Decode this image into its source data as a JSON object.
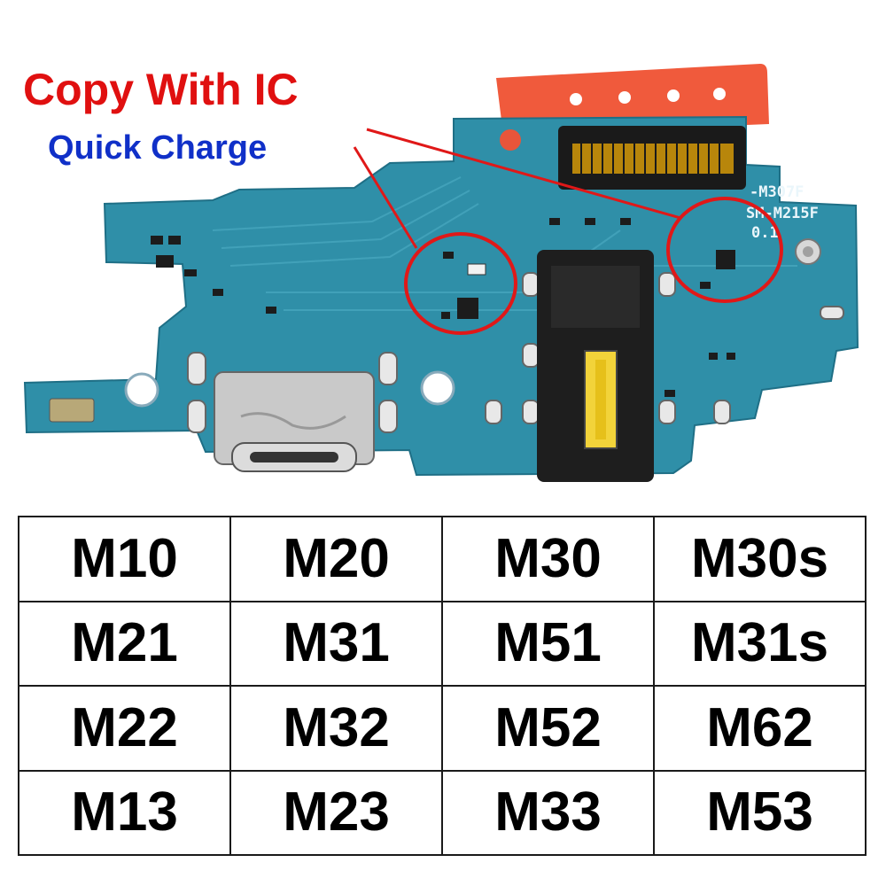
{
  "headline": {
    "primary": "Copy With IC",
    "secondary": "Quick Charge",
    "primary_color": "#e01010",
    "secondary_color": "#1030c8"
  },
  "board": {
    "silkscreen_lines": [
      "-M307F",
      "SM-M215F",
      "0.1"
    ],
    "pcb_color": "#2f8fa8",
    "flex_tape_color": "#f05a3c",
    "highlight_color": "#e01818"
  },
  "models": [
    [
      "M10",
      "M20",
      "M30",
      "M30s"
    ],
    [
      "M21",
      "M31",
      "M51",
      "M31s"
    ],
    [
      "M22",
      "M32",
      "M52",
      "M62"
    ],
    [
      "M13",
      "M23",
      "M33",
      "M53"
    ]
  ]
}
